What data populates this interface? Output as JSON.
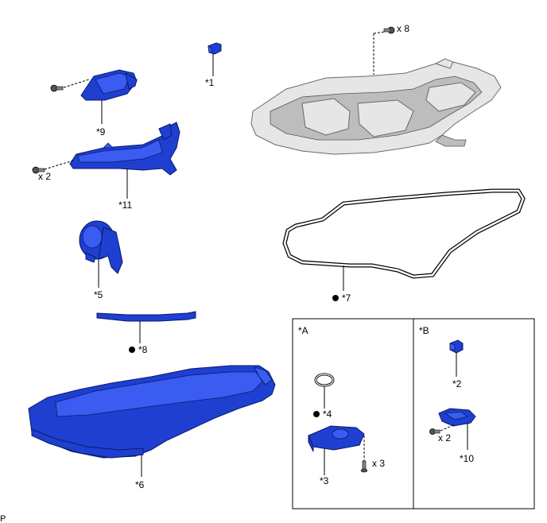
{
  "labels": {
    "p1": "*1",
    "p9": "*9",
    "p11": "*11",
    "p5": "*5",
    "p8": "*8",
    "p6": "*6",
    "p7": "*7",
    "p2": "*2",
    "p3": "*3",
    "p4": "*4",
    "p10": "*10"
  },
  "quantities": {
    "x8": "x 8",
    "x2_left": "x 2",
    "x3": "x 3",
    "x2_box": "x 2"
  },
  "boxes": {
    "a": "*A",
    "b": "*B"
  },
  "footer": "P",
  "colors": {
    "part_blue": "#1f3fd0",
    "housing_grey": "#e6e6e6",
    "line": "#000000"
  }
}
